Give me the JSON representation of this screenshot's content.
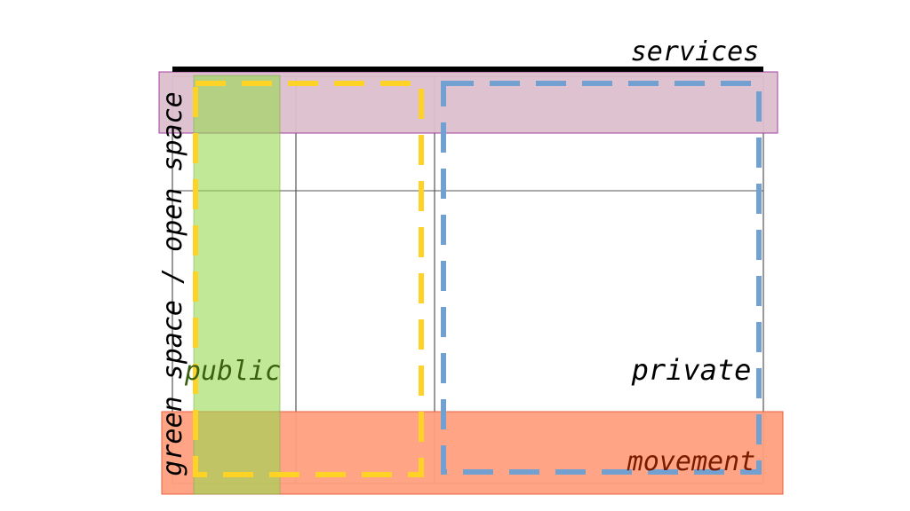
{
  "labels": {
    "services": "services",
    "green_space": "green space / open space",
    "public": "public",
    "private": "private",
    "movement": "movement"
  },
  "colors": {
    "services_band": "#ddbfcd",
    "services_stroke": "#a040a0",
    "movement_band": "#ffa07f",
    "movement_stroke": "#e86040",
    "green_space": "#a8e060",
    "public_dashed": "#ffd326",
    "private_dashed": "#72a0d0",
    "public_text": "#3a6010",
    "movement_text": "#7a1a00"
  }
}
